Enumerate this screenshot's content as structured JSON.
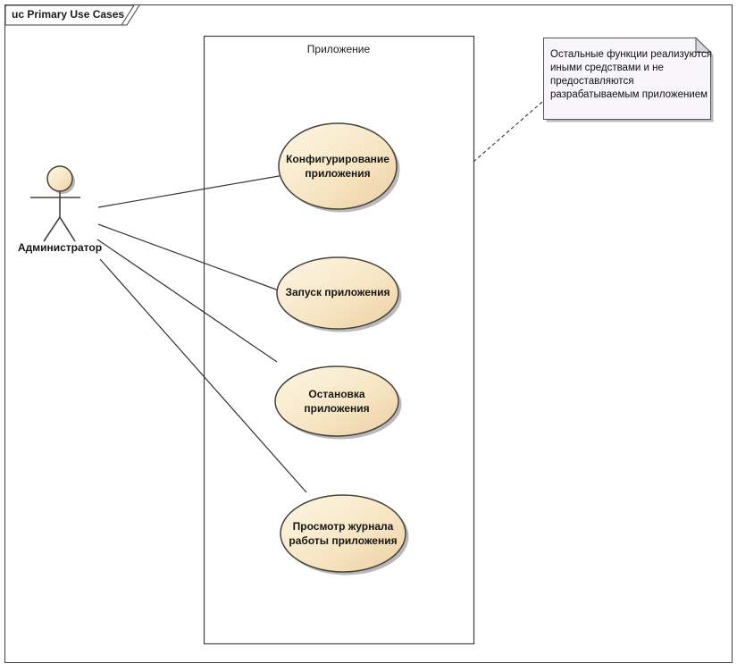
{
  "frame": {
    "title": "uc Primary Use Cases"
  },
  "system_boundary": {
    "label": "Приложение"
  },
  "actor": {
    "label": "Администратор"
  },
  "use_cases": [
    {
      "label": "Конфигурирование\nприложения"
    },
    {
      "label": "Запуск приложения"
    },
    {
      "label": "Остановка\nприложения"
    },
    {
      "label": "Просмотр журнала\nработы приложения"
    }
  ],
  "note": {
    "text": "Остальные функции реализуются\nиными средствами и не\nпредоставляются\nразрабатываемым приложением"
  },
  "colors": {
    "ellipse_fill_light": "#fdf6e4",
    "ellipse_fill_mid": "#f7e6c4",
    "ellipse_fill_dark": "#eccfa2",
    "ellipse_stroke": "#45423a",
    "note_fill": "#f7f5fa",
    "note_fold": "#d9d6e0",
    "shadow": "#b9b9bd",
    "line": "#333333",
    "frame_stroke": "#3f3f3f"
  }
}
